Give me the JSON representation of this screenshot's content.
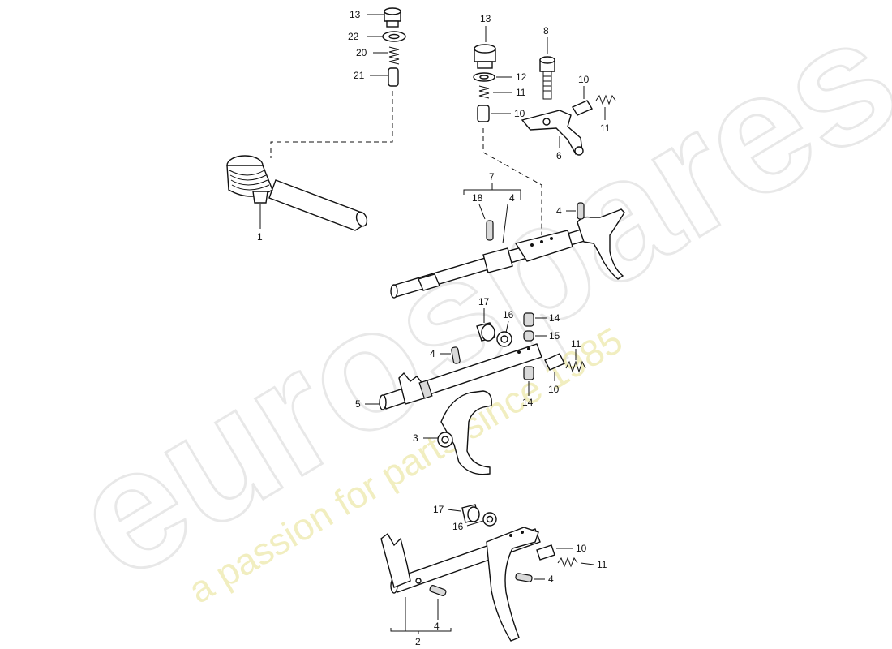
{
  "watermark": {
    "logo_text": "eurospares",
    "tagline": "a passion for parts since 1985",
    "logo_color": "#d6d6d6",
    "tagline_color": "#ece7a6"
  },
  "callouts": {
    "top_left": [
      "13",
      "22",
      "20",
      "21"
    ],
    "top_middle": [
      "13",
      "12",
      "11",
      "10"
    ],
    "top_right": [
      "8",
      "10",
      "11",
      "6"
    ],
    "shaft_1": "1",
    "group_7": [
      "7",
      "18",
      "4",
      "4"
    ],
    "mid_group": [
      "17",
      "16",
      "14",
      "15",
      "4",
      "11",
      "10",
      "14",
      "5",
      "3"
    ],
    "bottom": [
      "17",
      "16",
      "10",
      "11",
      "4",
      "4",
      "2"
    ]
  }
}
